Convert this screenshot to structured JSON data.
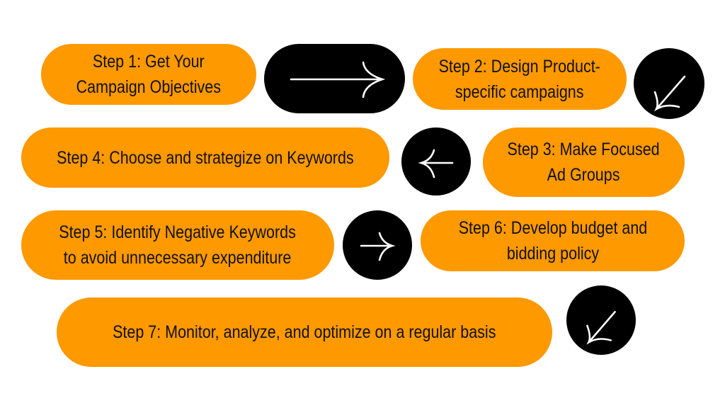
{
  "steps": [
    {
      "label": "Step 1: Get Your\nCampaign Objectives"
    },
    {
      "label": "Step 2: Design Product-\nspecific campaigns"
    },
    {
      "label": "Step 3: Make Focused\nAd Groups"
    },
    {
      "label": "Step 4: Choose and strategize on Keywords"
    },
    {
      "label": "Step 5: Identify Negative Keywords\nto avoid unnecessary expenditure"
    },
    {
      "label": "Step 6: Develop budget and\nbidding policy"
    },
    {
      "label": "Step 7: Monitor, analyze, and optimize on a regular basis"
    }
  ],
  "colors": {
    "accent": "#FE9900",
    "connector": "#000000",
    "arrow": "#FFFFFF"
  },
  "icons": [
    "arrow-right-icon",
    "arrow-down-left-icon",
    "arrow-left-icon",
    "arrow-right-icon",
    "arrow-down-left-icon"
  ]
}
